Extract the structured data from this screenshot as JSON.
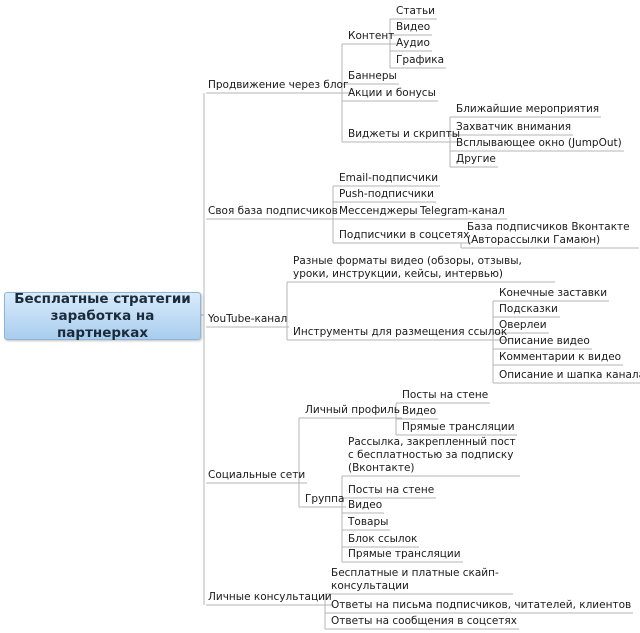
{
  "root": "Бесплатные стратегии заработка на партнерках",
  "blog": {
    "label": "Продвижение через блог",
    "content": {
      "label": "Контент",
      "items": [
        "Статьи",
        "Видео",
        "Аудио",
        "Графика"
      ]
    },
    "banners": "Баннеры",
    "promos": "Акции и бонусы",
    "widgets": {
      "label": "Виджеты и скрипты",
      "items": [
        "Ближайшие мероприятия",
        "Захватчик внимания",
        "Всплывающее окно (JumpOut)",
        "Другие"
      ]
    }
  },
  "subs": {
    "label": "Своя база подписчиков",
    "email": "Email-подписчики",
    "push": "Push-подписчики",
    "messengers": {
      "label": "Мессенджеры",
      "items": [
        "Telegram-канал"
      ]
    },
    "social": {
      "label": "Подписчики в соцсетях",
      "items": [
        "База подписчиков Вконтакте (Авторассылки Гамаюн)"
      ]
    }
  },
  "youtube": {
    "label": "YouTube-канал",
    "formats": "Разные форматы видео (обзоры, отзывы, уроки, инструкции, кейсы, интервью)",
    "tools": {
      "label": "Инструменты для размещения ссылок",
      "items": [
        "Конечные заставки",
        "Подсказки",
        "Оверлеи",
        "Описание видео",
        "Комментарии к видео",
        "Описание и шапка канала"
      ]
    }
  },
  "social": {
    "label": "Социальные сети",
    "profile": {
      "label": "Личный профиль",
      "items": [
        "Посты на стене",
        "Видео",
        "Прямые трансляции"
      ]
    },
    "group": {
      "label": "Группа",
      "items": [
        "Рассылка, закрепленный пост с бесплатностью за подписку (Вконтакте)",
        "Посты на стене",
        "Видео",
        "Товары",
        "Блок ссылок",
        "Прямые трансляции"
      ]
    }
  },
  "consult": {
    "label": "Личные консультации",
    "items": [
      "Бесплатные и платные скайп-консультации",
      "Ответы на письма подписчиков, читателей, клиентов",
      "Ответы на сообщения в соцсетях"
    ]
  },
  "colors": {
    "link": "#b4b4b4",
    "root_fill_top": "#d8ebfb",
    "root_fill_bottom": "#a9cdee"
  }
}
